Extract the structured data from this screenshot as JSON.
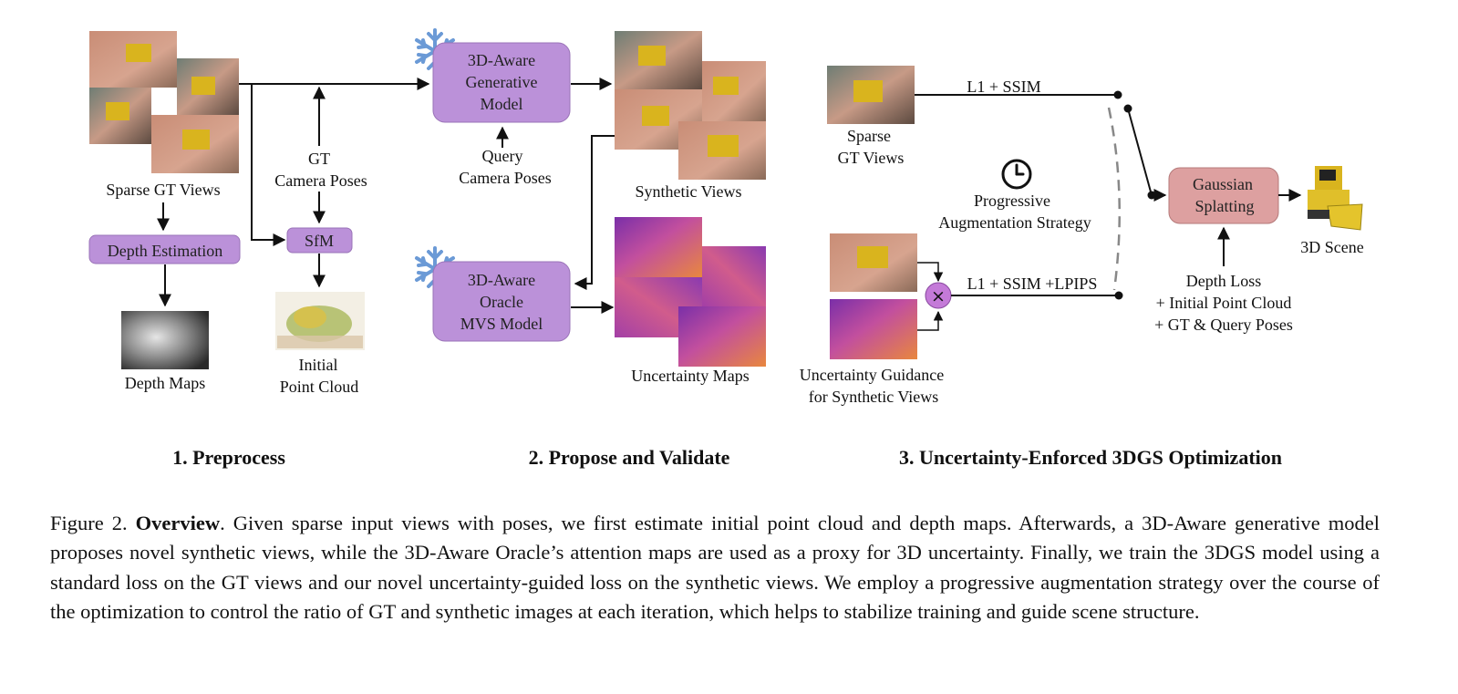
{
  "sections": {
    "preprocess": "1. Preprocess",
    "propose": "2. Propose and Validate",
    "optimize": "3. Uncertainty-Enforced 3DGS Optimization"
  },
  "preprocess": {
    "sparse_views": "Sparse GT Views",
    "gt_camera_1": "GT",
    "gt_camera_2": "Camera Poses",
    "depth_estimation": "Depth Estimation",
    "sfm": "SfM",
    "depth_maps": "Depth Maps",
    "point_cloud_1": "Initial",
    "point_cloud_2": "Point Cloud"
  },
  "propose": {
    "gen_model_1": "3D-Aware",
    "gen_model_2": "Generative",
    "gen_model_3": "Model",
    "query_1": "Query",
    "query_2": "Camera Poses",
    "synthetic_views": "Synthetic Views",
    "oracle_1": "3D-Aware",
    "oracle_2": "Oracle",
    "oracle_3": "MVS Model",
    "uncertainty_maps": "Uncertainty Maps"
  },
  "optimize": {
    "loss_gt": "L1 + SSIM",
    "sparse_1": "Sparse",
    "sparse_2": "GT Views",
    "prog_1": "Progressive",
    "prog_2": "Augmentation Strategy",
    "loss_syn": "L1 + SSIM +LPIPS",
    "guidance_1": "Uncertainty Guidance",
    "guidance_2": "for Synthetic Views",
    "gs_1": "Gaussian",
    "gs_2": "Splatting",
    "scene": "3D Scene",
    "extra_1": "Depth Loss",
    "extra_2": "+ Initial Point Cloud",
    "extra_3": "+ GT & Query Poses",
    "multiply_symbol": "×"
  },
  "caption": {
    "prefix": "Figure 2. ",
    "bold": "Overview",
    "body": ". Given sparse input views with poses, we first estimate initial point cloud and depth maps. Afterwards, a 3D-Aware generative model proposes novel synthetic views, while the 3D-Aware Oracle’s attention maps are used as a proxy for 3D uncertainty. Finally, we train the 3DGS model using a standard loss on the GT views and our novel uncertainty-guided loss on the synthetic views. We employ a progressive augmentation strategy over the course of the optimization to control the ratio of GT and synthetic images at each iteration, which helps to stabilize training and guide scene structure."
  },
  "colors": {
    "purple_box": "#bb91d9",
    "gs_box": "#dda0a0",
    "snowflake": "#6b9ad6"
  }
}
